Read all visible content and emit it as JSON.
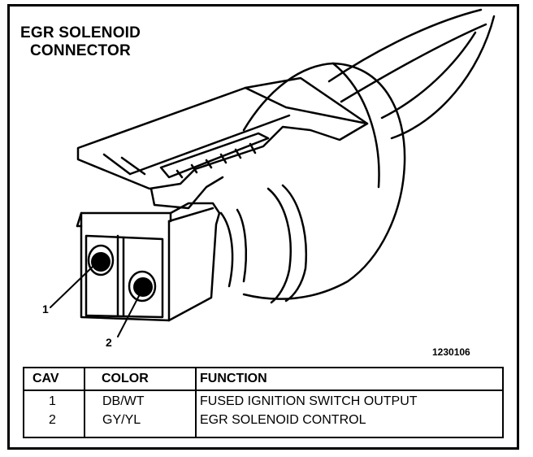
{
  "title": {
    "line1": "EGR SOLENOID",
    "line2": "CONNECTOR"
  },
  "callouts": [
    "1",
    "2"
  ],
  "figure_id": "1230106",
  "table": {
    "headers": [
      "CAV",
      "COLOR",
      "FUNCTION"
    ],
    "rows": [
      [
        "1",
        "DB/WT",
        "FUSED IGNITION SWITCH OUTPUT"
      ],
      [
        "2",
        "GY/YL",
        "EGR SOLENOID CONTROL"
      ]
    ]
  }
}
